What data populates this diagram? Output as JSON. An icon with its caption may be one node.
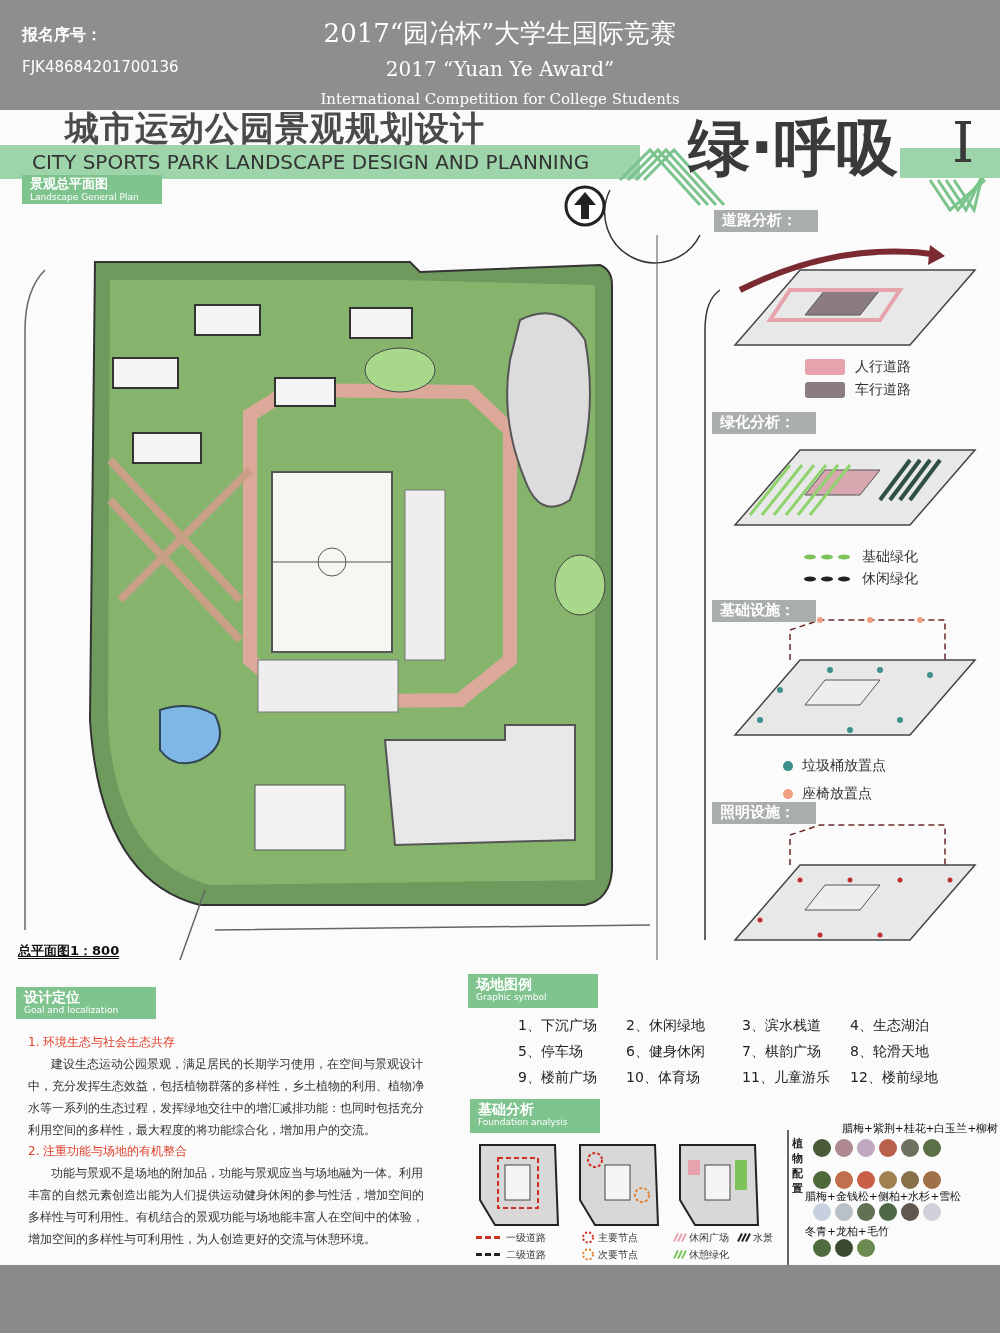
{
  "diagram": {
    "title": "城市运动公园景观规划设计",
    "nodes": [
      {
        "text": [
          "景观总平面图",
          "Landscape General Plan"
        ]
      },
      {
        "text": [
          "道路分析："
        ]
      },
      {
        "text": [
          "绿化分析："
        ]
      },
      {
        "text": [
          "基础设施："
        ]
      },
      {
        "text": [
          "照明设施："
        ]
      },
      {
        "text": [
          "设计定位",
          "Goal and localization"
        ]
      },
      {
        "text": [
          "场地图例",
          "Graphic symbol"
        ]
      },
      {
        "text": [
          "基础分析",
          "Foundation analysis"
        ]
      }
    ],
    "labels": [
      "报名序号：",
      "FJK48684201700136",
      "2017“园冶杯”大学生国际竞赛",
      "2017 “Yuan Ye Award”",
      "International Competition for College Students",
      "CITY SPORTS PARK LANDSCAPE DESIGN AND PLANNING",
      "绿·呼吸",
      "Ⅰ",
      "总平面图1：800",
      "1. 环境生态与社会生态共存",
      "建设生态运动公园景观，满足居民的长期学习使用，在空间与景观设计中，充分发挥生态效益，包括植物群落的多样性，乡土植物的利用、植物净水等一系列的生态过程，发挥绿地交往中的增汇减排功能：也同时包括充分利用空间的多样性，最大程度的将功能综合化，增加用户的交流。",
      "2. 注重功能与场地的有机整合",
      "功能与景观不是场地的附加品，功能与景观应当与场地融为一体。利用丰富的自然元素创造出能为人们提供运动健身休闲的参与性活，增加空间的多样性与可利用性。有机结合的景观功能与场地能丰富人在空间中的体验，增加空间的多样性与可利用性，为人创造更好的交流与休憩环境。",
      "1、下沉广场",
      "2、休闲绿地",
      "3、滨水栈道",
      "4、生态湖泊",
      "5、停车场",
      "6、健身休闲",
      "7、棋韵广场",
      "8、轮滑天地",
      "9、楼前广场",
      "10、体育场",
      "11、儿童游乐",
      "12、楼前绿地",
      "植物配置",
      "腊梅+紫荆+桂花+白玉兰+柳树",
      "腊梅+金钱松+侧柏+水杉+雪松",
      "冬青+龙柏+毛竹"
    ],
    "legend": [
      {
        "text": "人行道路",
        "color": "#e6a3ab"
      },
      {
        "text": "车行道路",
        "color": "#8b7b82"
      },
      {
        "text": "基础绿化"
      },
      {
        "text": "休闲绿化"
      },
      {
        "text": "垃圾桶放置点",
        "color": "#3f8f8a"
      },
      {
        "text": "座椅放置点",
        "color": "#f0a080"
      },
      {
        "text": "一级道路"
      },
      {
        "text": "二级道路"
      },
      {
        "text": "主要节点"
      },
      {
        "text": "次要节点"
      },
      {
        "text": "休闲广场"
      },
      {
        "text": "水景"
      },
      {
        "text": "休憩绿化"
      }
    ]
  }
}
